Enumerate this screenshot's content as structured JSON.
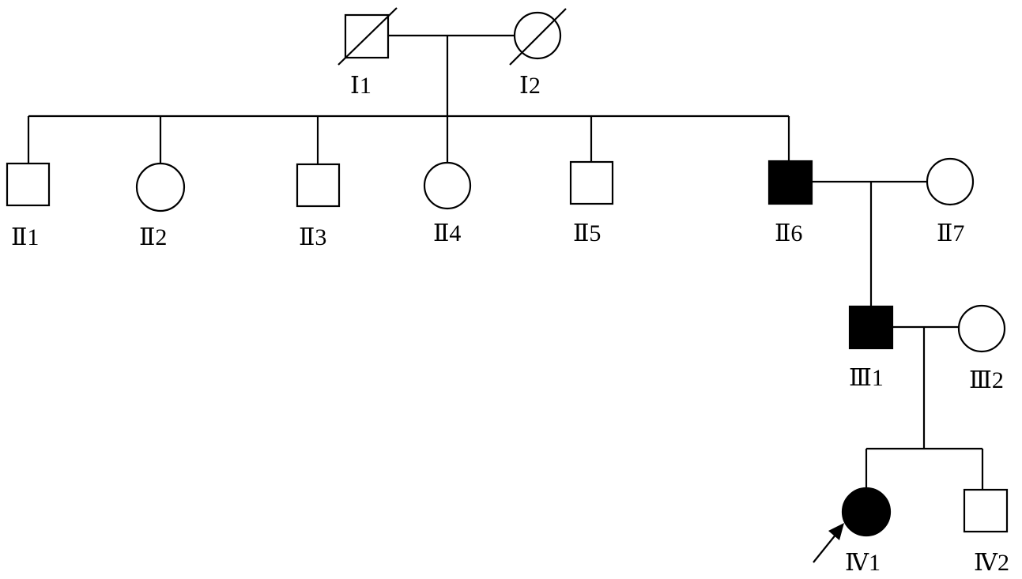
{
  "colors": {
    "affected": "#000000",
    "unaffected": "#ffffff",
    "line": "#000000"
  },
  "individuals": {
    "I1": {
      "label": "Ⅰ1",
      "sex": "male",
      "affected": false,
      "deceased": true
    },
    "I2": {
      "label": "Ⅰ2",
      "sex": "female",
      "affected": false,
      "deceased": true
    },
    "II1": {
      "label": "Ⅱ1",
      "sex": "male",
      "affected": false,
      "deceased": false
    },
    "II2": {
      "label": "Ⅱ2",
      "sex": "female",
      "affected": false,
      "deceased": false
    },
    "II3": {
      "label": "Ⅱ3",
      "sex": "male",
      "affected": false,
      "deceased": false
    },
    "II4": {
      "label": "Ⅱ4",
      "sex": "female",
      "affected": false,
      "deceased": false
    },
    "II5": {
      "label": "Ⅱ5",
      "sex": "male",
      "affected": false,
      "deceased": false
    },
    "II6": {
      "label": "Ⅱ6",
      "sex": "male",
      "affected": true,
      "deceased": false
    },
    "II7": {
      "label": "Ⅱ7",
      "sex": "female",
      "affected": false,
      "deceased": false
    },
    "III1": {
      "label": "Ⅲ1",
      "sex": "male",
      "affected": true,
      "deceased": false
    },
    "III2": {
      "label": "Ⅲ2",
      "sex": "female",
      "affected": false,
      "deceased": false
    },
    "IV1": {
      "label": "Ⅳ1",
      "sex": "female",
      "affected": true,
      "deceased": false,
      "proband": true
    },
    "IV2": {
      "label": "Ⅳ2",
      "sex": "male",
      "affected": false,
      "deceased": false
    }
  },
  "icons": {
    "proband_marker": "arrow-icon",
    "deceased_marker": "slash-icon"
  }
}
